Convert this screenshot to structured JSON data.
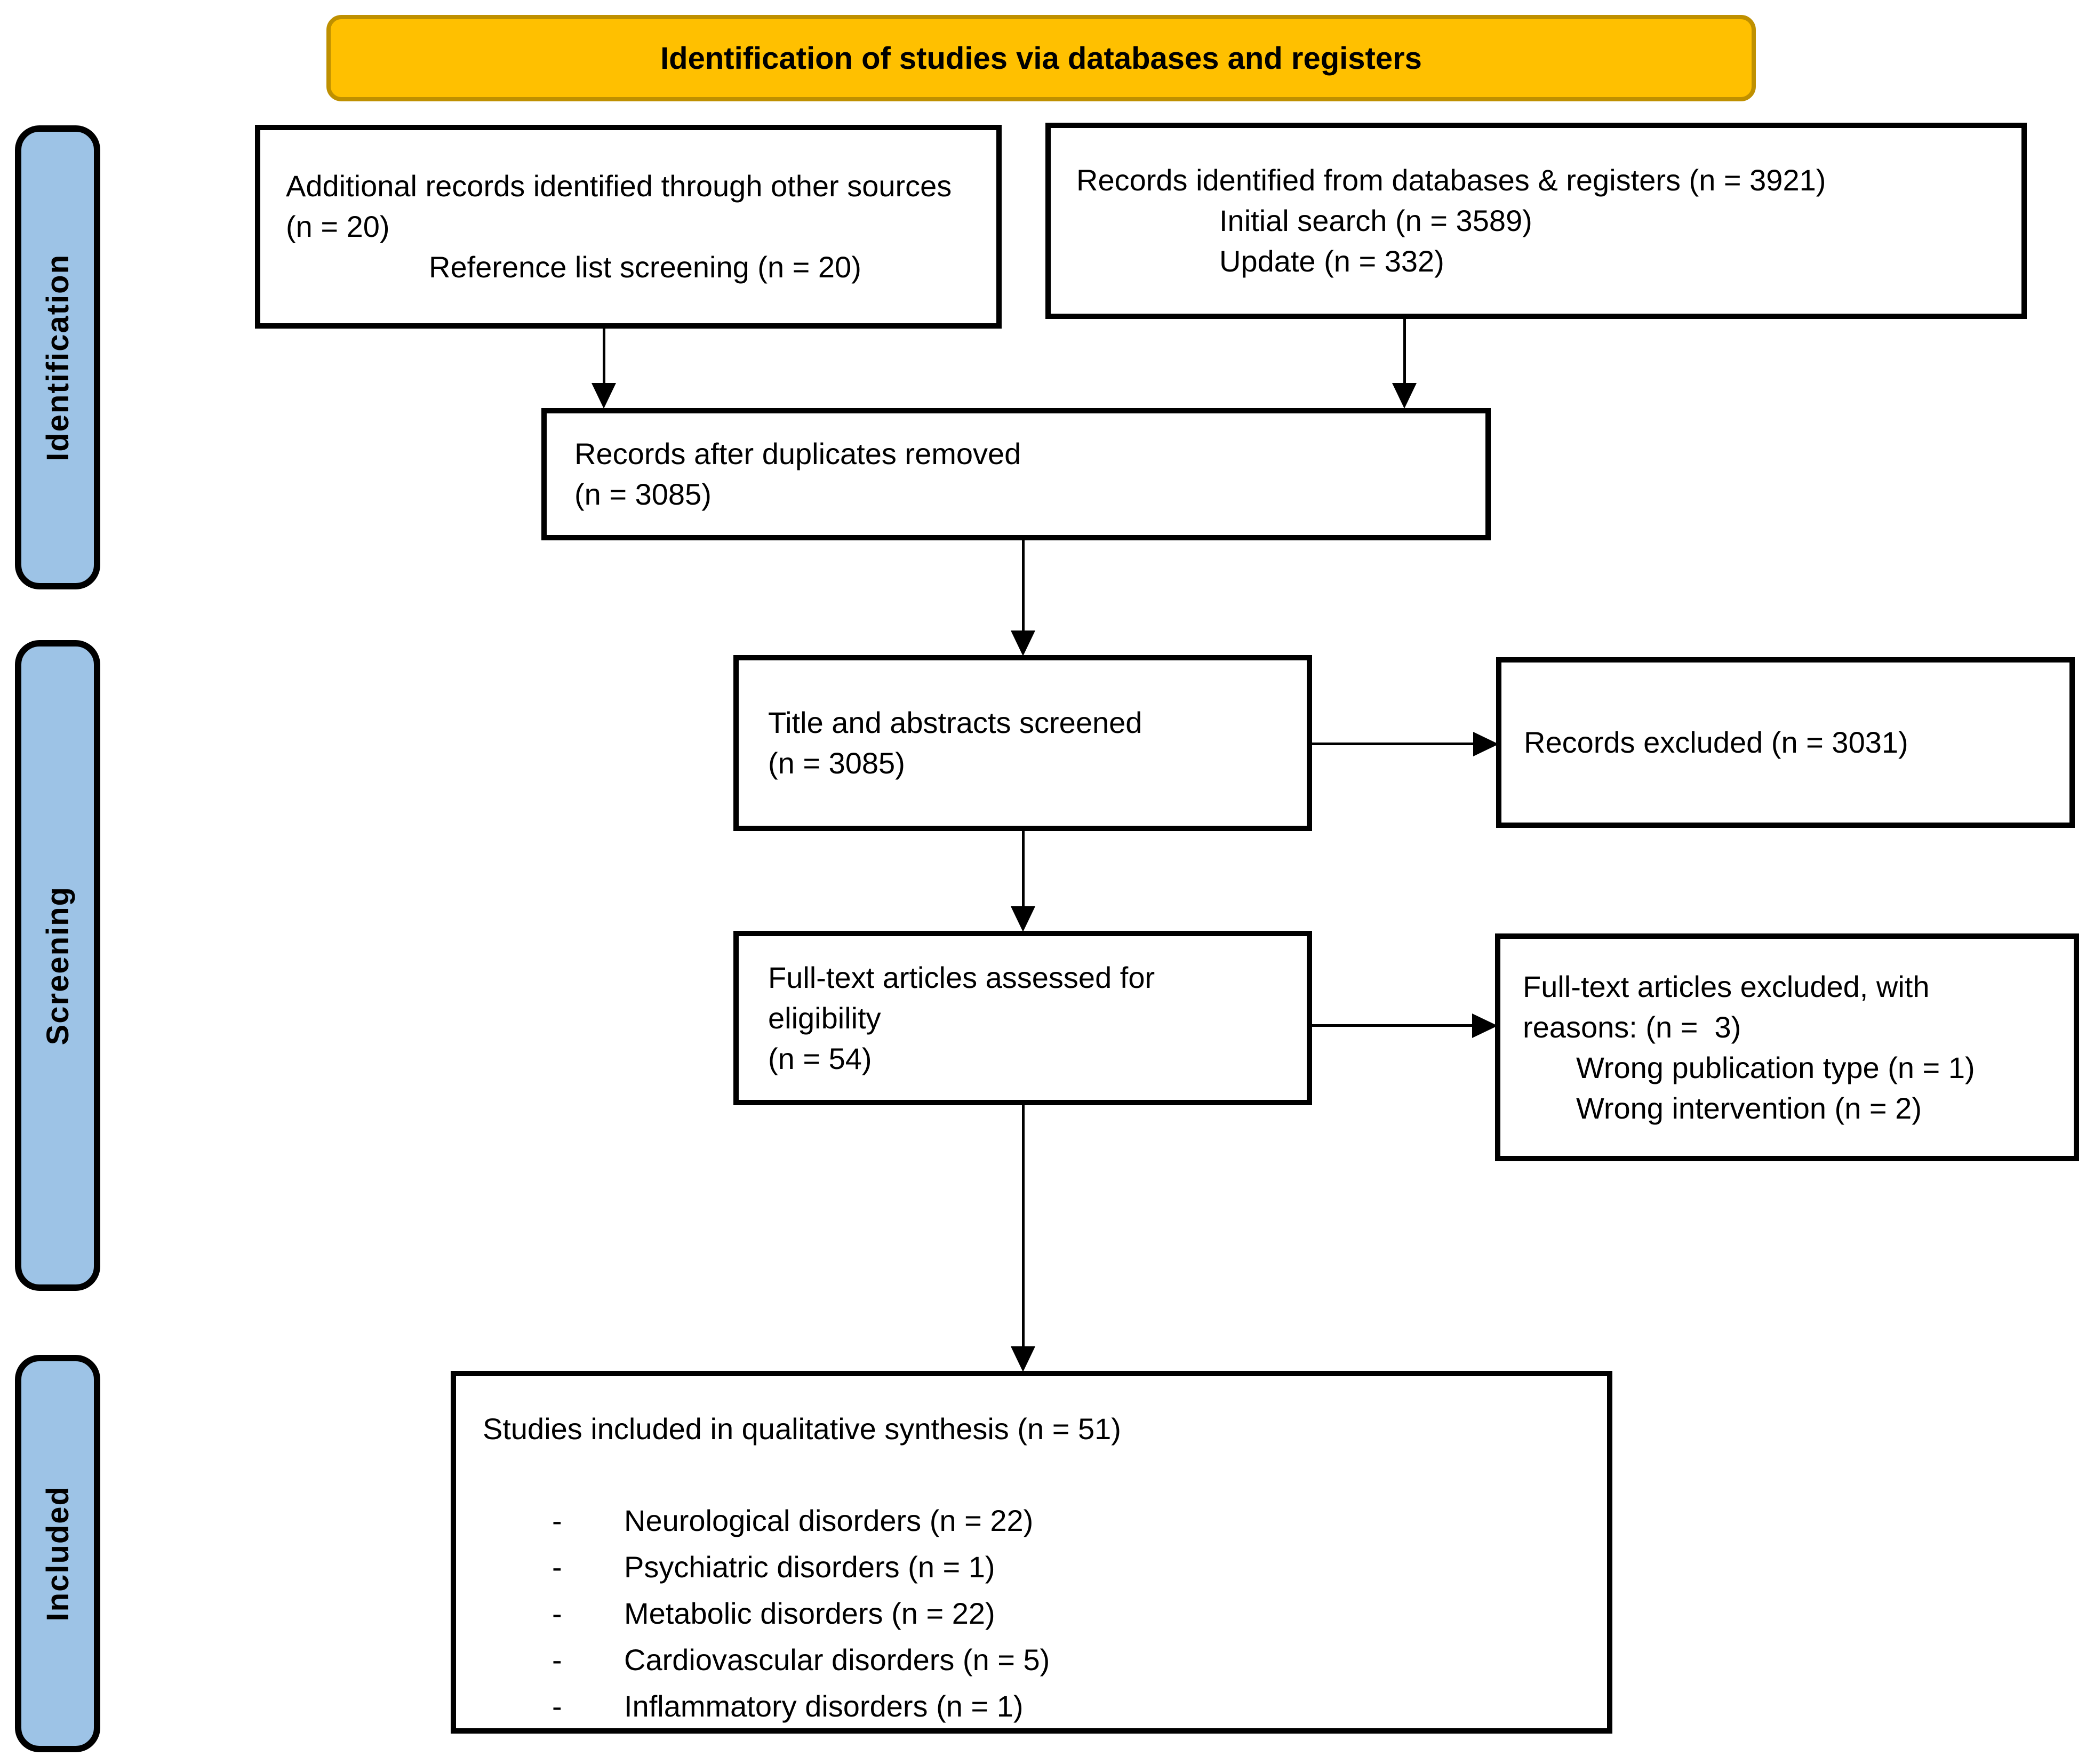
{
  "header": {
    "title": "Identification of studies via databases and registers"
  },
  "stages": [
    {
      "label": "Identification"
    },
    {
      "label": "Screening"
    },
    {
      "label": "Included"
    }
  ],
  "colors": {
    "banner_fill": "#FFC000",
    "banner_border": "#BF9000",
    "stage_fill": "#9DC3E6",
    "box_border": "#000000",
    "background": "#FFFFFF"
  },
  "boxes": {
    "other_sources": {
      "line1": "Additional records identified through other sources",
      "line2": "(n = 20)",
      "line3": "Reference list screening (n = 20)"
    },
    "databases": {
      "line1": "Records identified from databases & registers (n = 3921)",
      "line2": "Initial search (n = 3589)",
      "line3": "Update (n = 332)"
    },
    "duplicates_removed": {
      "line1": "Records after duplicates removed",
      "line2": "(n = 3085)"
    },
    "title_abstract_screened": {
      "line1": "Title and abstracts screened",
      "line2": "(n = 3085)"
    },
    "records_excluded": {
      "line1": "Records excluded (n = 3031)"
    },
    "fulltext_assessed": {
      "line1": "Full-text articles assessed for",
      "line2": "eligibility",
      "line3": "(n = 54)"
    },
    "fulltext_excluded": {
      "line1": "Full-text articles excluded, with",
      "line2": "reasons: (n =  3)",
      "line3": "Wrong publication type (n = 1)",
      "line4": "Wrong intervention (n = 2)"
    },
    "studies_included": {
      "title": "Studies included in qualitative synthesis (n = 51)",
      "bullet": "-",
      "items": [
        "Neurological disorders (n = 22)",
        "Psychiatric disorders (n = 1)",
        "Metabolic disorders (n = 22)",
        "Cardiovascular disorders (n = 5)",
        "Inflammatory disorders (n = 1)"
      ]
    }
  }
}
